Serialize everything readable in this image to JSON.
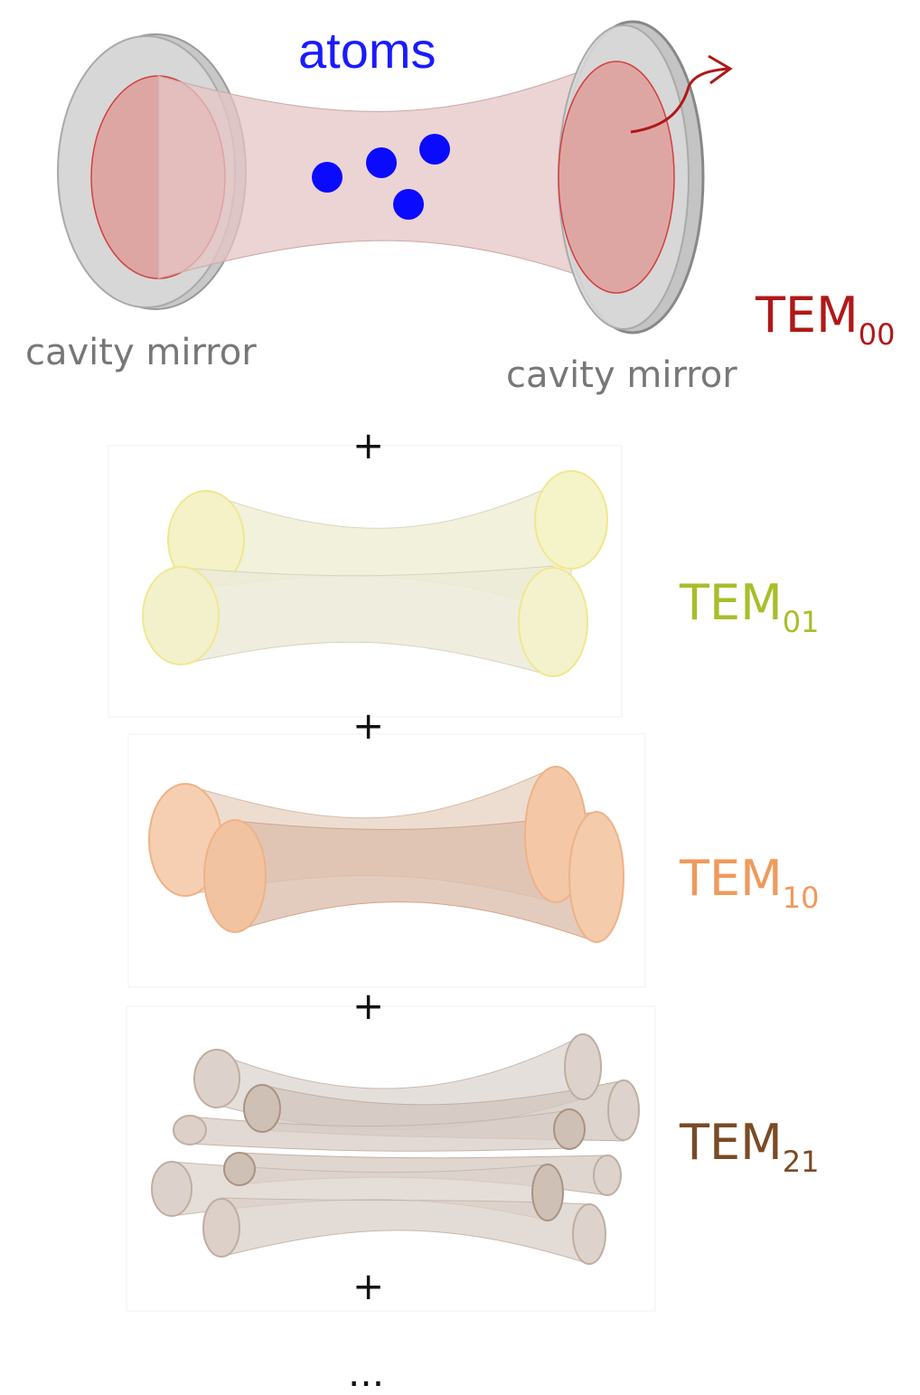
{
  "labels": {
    "atoms": "atoms",
    "mirror_left": "cavity mirror",
    "mirror_right": "cavity mirror",
    "plus": "+",
    "ellipsis": "..."
  },
  "modes": [
    {
      "base": "TEM",
      "sub": "00",
      "color": "#b01818"
    },
    {
      "base": "TEM",
      "sub": "01",
      "color": "#a9bd2c"
    },
    {
      "base": "TEM",
      "sub": "10",
      "color": "#ef9a5d"
    },
    {
      "base": "TEM",
      "sub": "21",
      "color": "#7a4b25"
    }
  ],
  "colors": {
    "atom": "#0a0aff",
    "beam_00": "#e8c9c9",
    "mirror_face": "#d99a98",
    "mirror_ring": "#d9d9d9",
    "beam_01": "#fbf7c4",
    "beam_10": "#f3c9a9",
    "beam_21": "#dccec6",
    "output_arrow": "#b01818"
  }
}
